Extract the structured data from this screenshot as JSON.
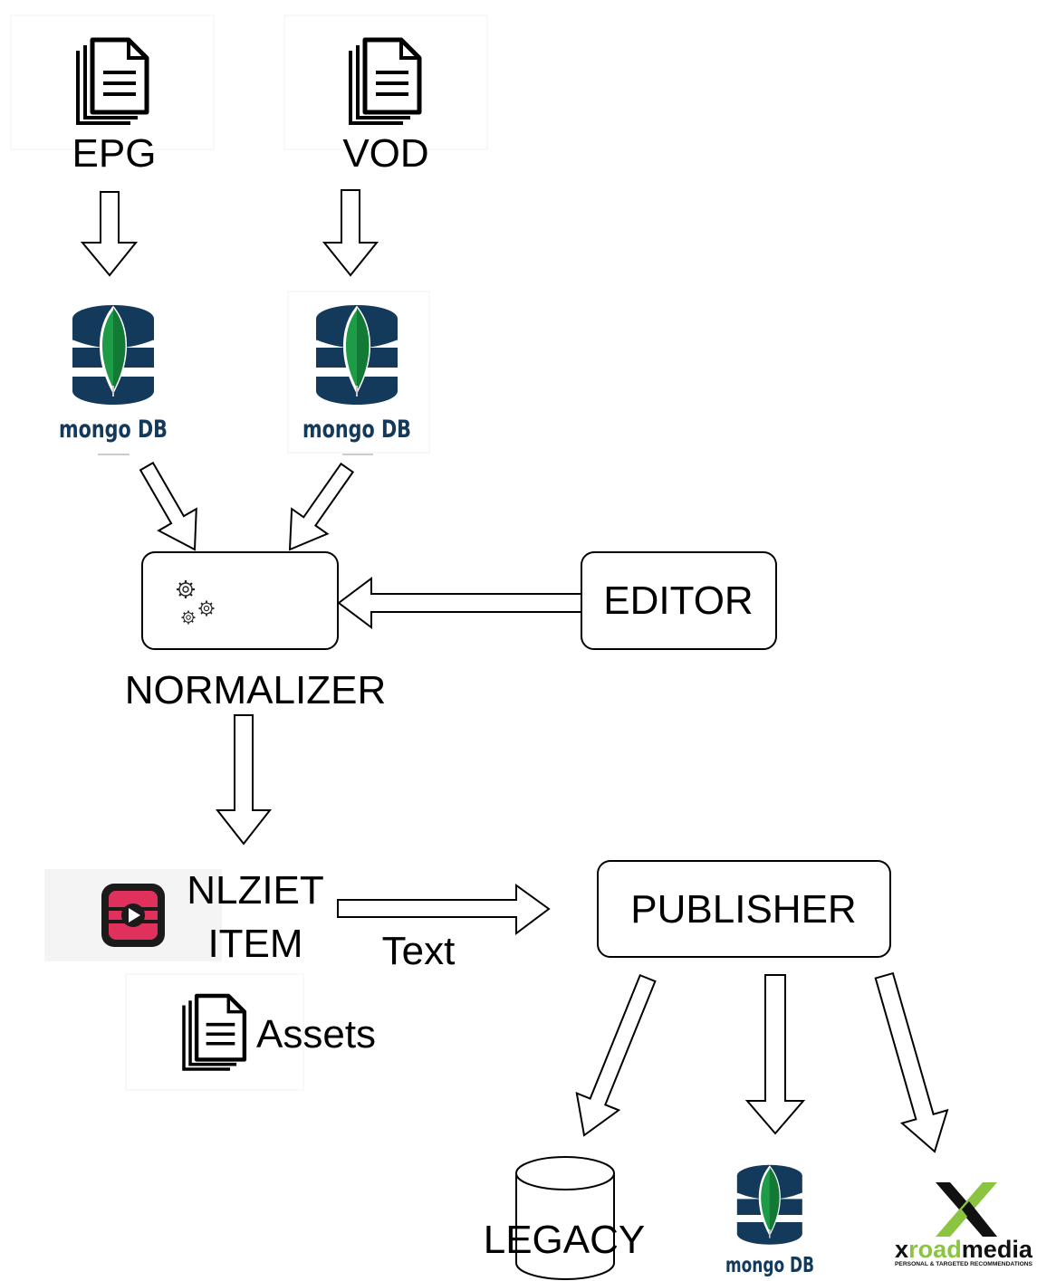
{
  "sources": {
    "epg": {
      "label": "EPG",
      "icon": "document-stack-icon"
    },
    "vod": {
      "label": "VOD",
      "icon": "document-stack-icon"
    }
  },
  "databases": {
    "epg_db": {
      "label": "mongo DB",
      "icon": "mongodb-icon"
    },
    "vod_db": {
      "label": "mongo DB",
      "icon": "mongodb-icon"
    }
  },
  "normalizer": {
    "label": "NORMALIZER",
    "icon": "gears-icon"
  },
  "editor": {
    "label": "EDITOR"
  },
  "item": {
    "line1": "NLZIET",
    "line2": "ITEM",
    "icon": "nlziet-logo-icon"
  },
  "flow": {
    "item_to_publisher_label": "Text"
  },
  "assets": {
    "label": "Assets",
    "icon": "document-stack-icon"
  },
  "publisher": {
    "label": "PUBLISHER"
  },
  "targets": {
    "legacy": {
      "label": "LEGACY",
      "icon": "cylinder-icon"
    },
    "mongo": {
      "label": "mongo DB",
      "icon": "mongodb-icon"
    },
    "xroad": {
      "label_x": "x",
      "label_road": "road",
      "label_media": "media",
      "tagline": "PERSONAL & TARGETED RECOMMENDATIONS",
      "icon": "xroadmedia-logo-icon"
    }
  },
  "colors": {
    "mongo_navy": "#13395b",
    "mongo_leaf": "#1e9b46",
    "mongo_leaf_dark": "#127a34",
    "nlziet_pink": "#e0305c",
    "xroad_green": "#8bc53f",
    "xroad_black": "#111111"
  }
}
